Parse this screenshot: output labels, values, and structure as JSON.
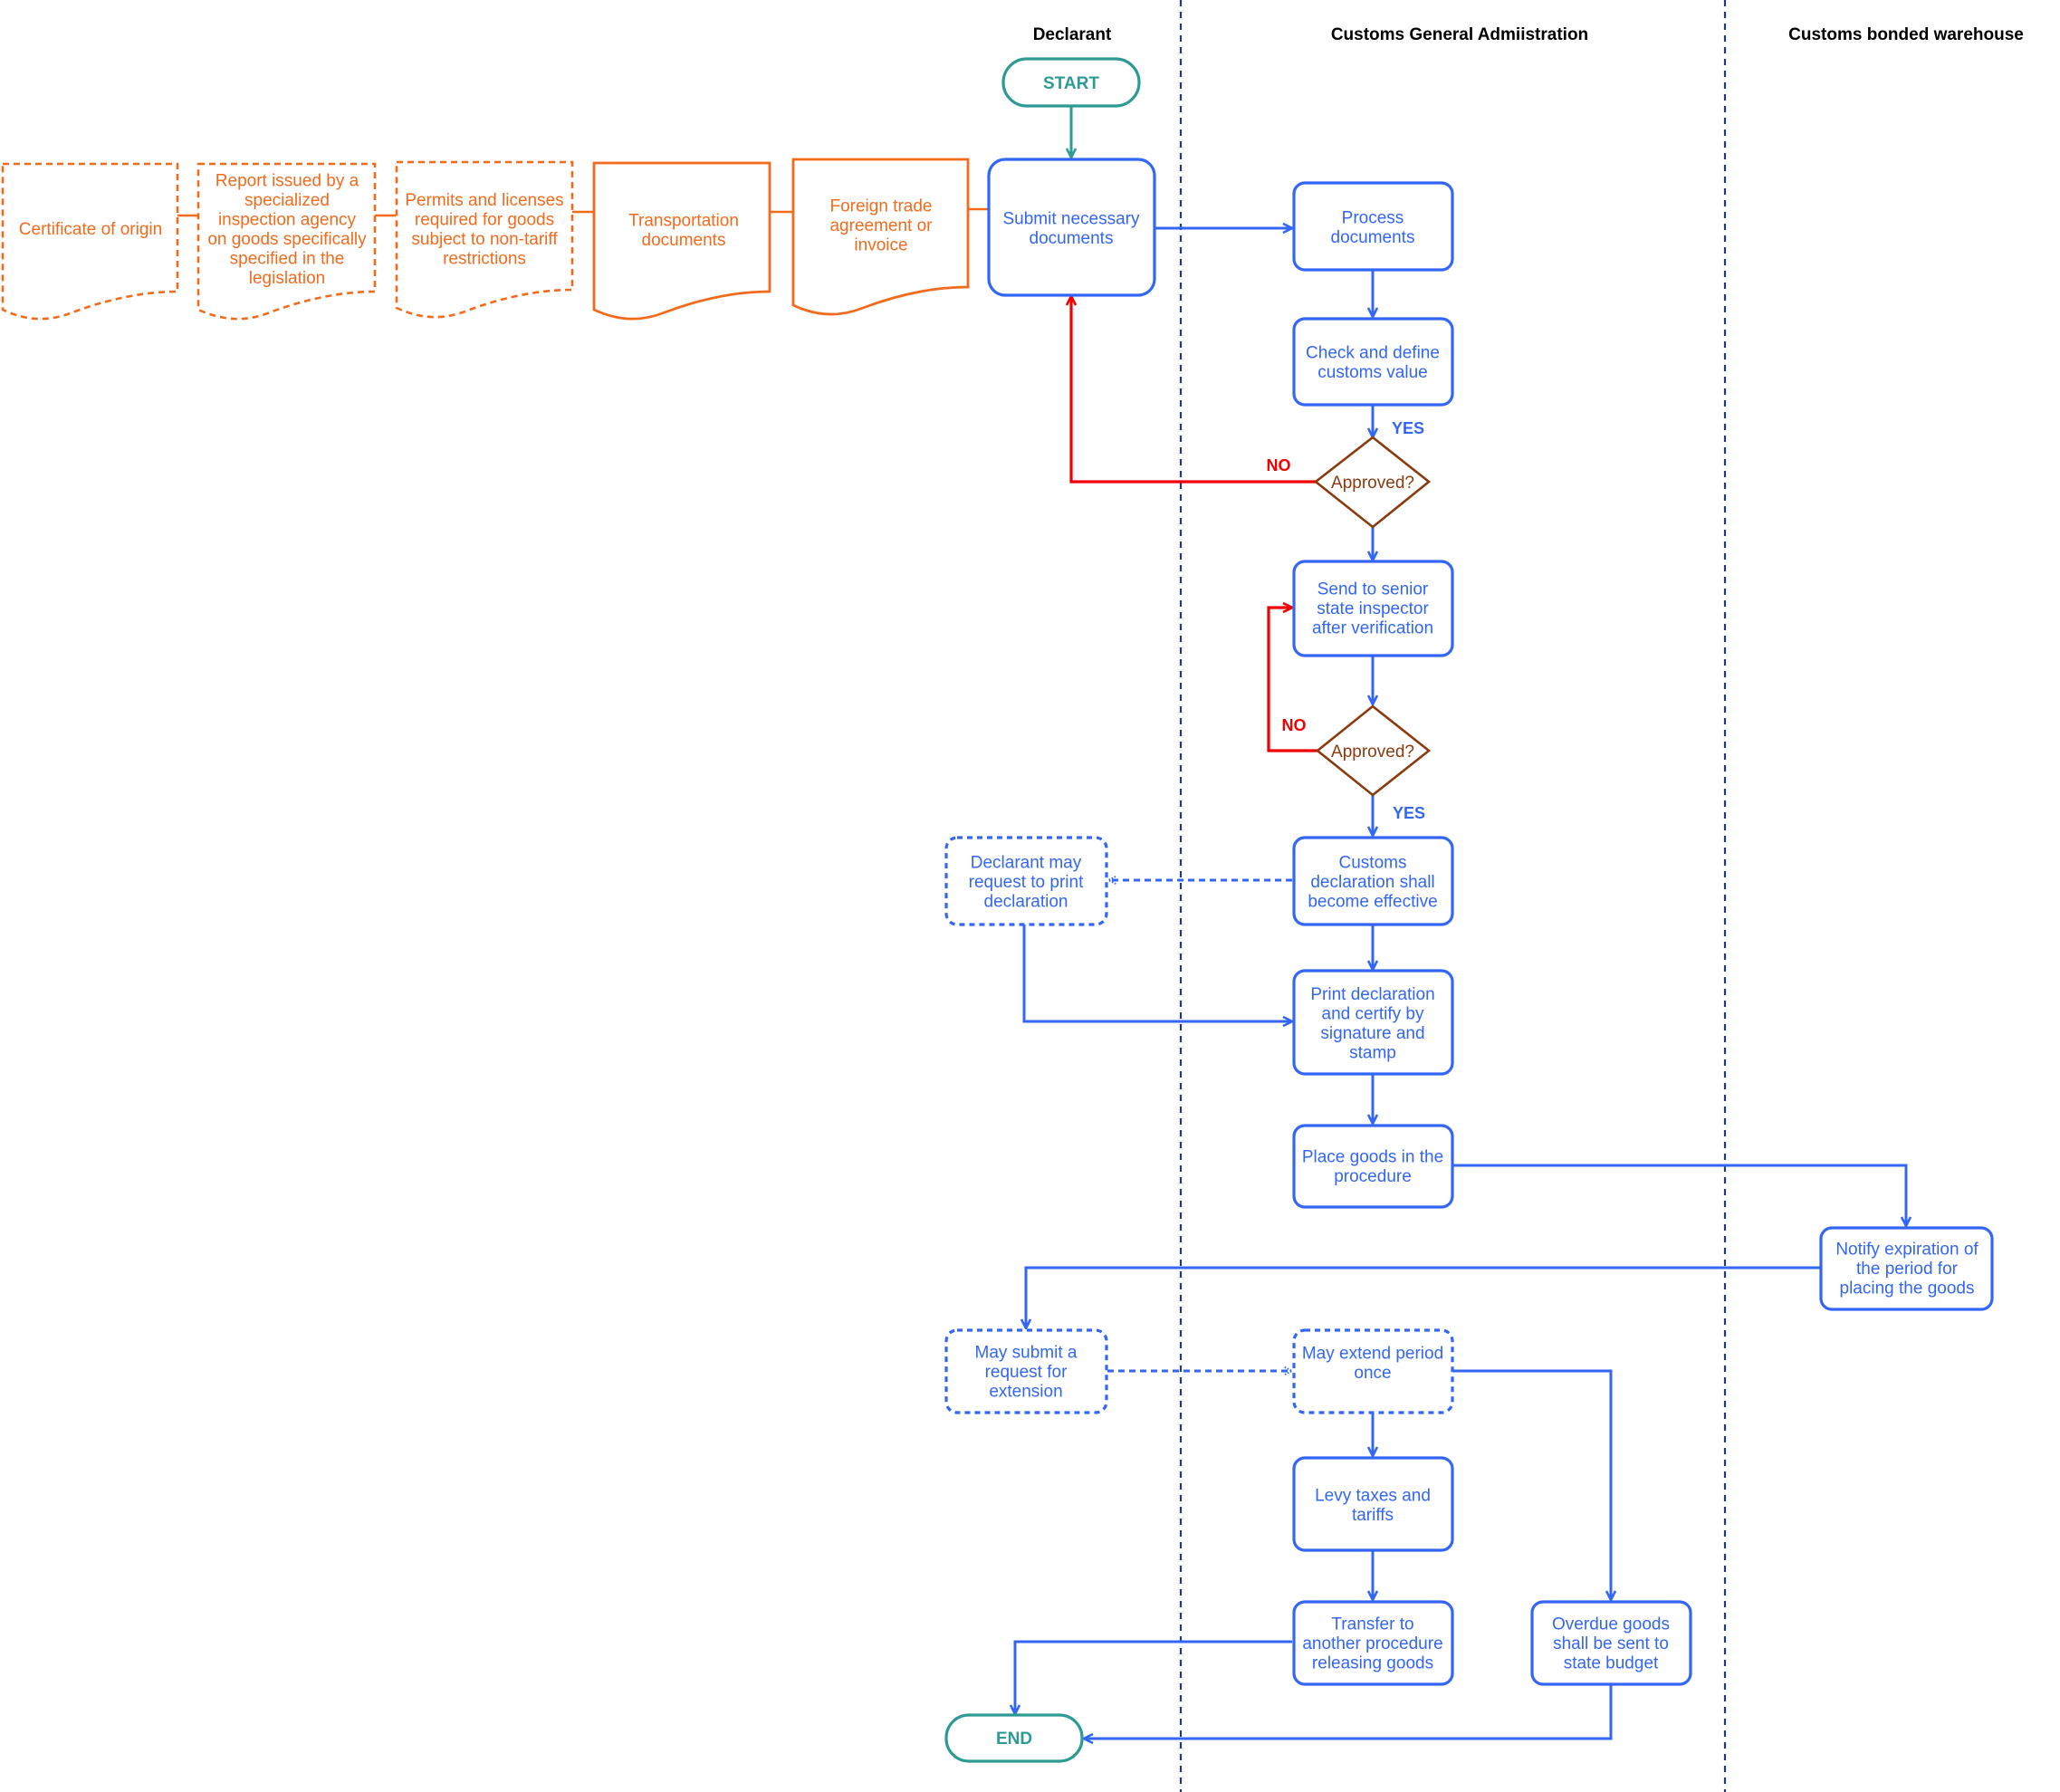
{
  "colors": {
    "process": "#3366f5",
    "document": "#f26b1d",
    "decision": "#8b3a0e",
    "terminal": "#2e9a94",
    "no_edge": "#f00000",
    "lane_divider": "#1f3a78",
    "lane_title": "#000000"
  },
  "lanes": [
    {
      "id": "declarant",
      "title": "Declarant"
    },
    {
      "id": "admin",
      "title": "Customs General Admiistration"
    },
    {
      "id": "warehouse",
      "title": "Customs bonded warehouse"
    }
  ],
  "documents": [
    {
      "id": "doc_origin",
      "lines": [
        "Certificate of origin"
      ],
      "style": "dashed"
    },
    {
      "id": "doc_report",
      "lines": [
        "Report issued by a",
        "specialized",
        "inspection agency",
        "on goods specifically",
        "specified in the",
        "legislation"
      ],
      "style": "dashed"
    },
    {
      "id": "doc_permits",
      "lines": [
        "Permits and licenses",
        "required for goods",
        "subject to non-tariff",
        "restrictions"
      ],
      "style": "dashed"
    },
    {
      "id": "doc_transport",
      "lines": [
        "Transportation",
        "documents"
      ],
      "style": "solid"
    },
    {
      "id": "doc_trade",
      "lines": [
        "Foreign trade",
        "agreement or",
        "invoice"
      ],
      "style": "solid"
    }
  ],
  "terminals": [
    {
      "id": "start",
      "label": "START"
    },
    {
      "id": "end",
      "label": "END"
    }
  ],
  "processes": [
    {
      "id": "submit",
      "lane": "declarant",
      "lines": [
        "Submit necessary",
        "documents"
      ],
      "style": "solid"
    },
    {
      "id": "process",
      "lane": "admin",
      "lines": [
        "Process",
        "documents"
      ],
      "style": "solid"
    },
    {
      "id": "check",
      "lane": "admin",
      "lines": [
        "Check and define",
        "customs value"
      ],
      "style": "solid"
    },
    {
      "id": "send",
      "lane": "admin",
      "lines": [
        "Send to senior",
        "state inspector",
        "after verification"
      ],
      "style": "solid"
    },
    {
      "id": "effective",
      "lane": "admin",
      "lines": [
        "Customs",
        "declaration shall",
        "become effective"
      ],
      "style": "solid"
    },
    {
      "id": "request_print",
      "lane": "declarant",
      "lines": [
        "Declarant may",
        "request to print",
        "declaration"
      ],
      "style": "dashed"
    },
    {
      "id": "print",
      "lane": "admin",
      "lines": [
        "Print declaration",
        "and certify by",
        "signature and",
        "stamp"
      ],
      "style": "solid"
    },
    {
      "id": "place",
      "lane": "admin",
      "lines": [
        "Place goods in the",
        "procedure"
      ],
      "style": "solid"
    },
    {
      "id": "notify",
      "lane": "warehouse",
      "lines": [
        "Notify expiration of",
        "the period for",
        "placing the goods"
      ],
      "style": "solid"
    },
    {
      "id": "request_ext",
      "lane": "declarant",
      "lines": [
        "May submit a",
        "request for",
        "extension"
      ],
      "style": "dashed"
    },
    {
      "id": "extend",
      "lane": "admin",
      "lines": [
        "May extend period",
        "once"
      ],
      "style": "dashed"
    },
    {
      "id": "levy",
      "lane": "admin",
      "lines": [
        "Levy taxes and",
        "tariffs"
      ],
      "style": "solid"
    },
    {
      "id": "transfer",
      "lane": "admin",
      "lines": [
        "Transfer to",
        "another procedure",
        "releasing goods"
      ],
      "style": "solid"
    },
    {
      "id": "overdue",
      "lane": "admin",
      "lines": [
        "Overdue goods",
        "shall be sent to",
        "state budget"
      ],
      "style": "solid"
    }
  ],
  "decisions": [
    {
      "id": "approved1",
      "label": "Approved?"
    },
    {
      "id": "approved2",
      "label": "Approved?"
    }
  ],
  "edge_labels": {
    "yes1": "YES",
    "no1": "NO",
    "no2": "NO",
    "yes2": "YES"
  },
  "edges": [
    {
      "from": "doc_origin",
      "to": "doc_report",
      "kind": "link"
    },
    {
      "from": "doc_report",
      "to": "doc_permits",
      "kind": "link"
    },
    {
      "from": "doc_permits",
      "to": "doc_transport",
      "kind": "link"
    },
    {
      "from": "doc_transport",
      "to": "doc_trade",
      "kind": "link"
    },
    {
      "from": "doc_trade",
      "to": "submit",
      "kind": "link"
    },
    {
      "from": "start",
      "to": "submit",
      "kind": "flow"
    },
    {
      "from": "submit",
      "to": "process",
      "kind": "flow"
    },
    {
      "from": "process",
      "to": "check",
      "kind": "flow"
    },
    {
      "from": "check",
      "to": "approved1",
      "kind": "flow",
      "label": "YES"
    },
    {
      "from": "approved1",
      "to": "submit",
      "kind": "no",
      "label": "NO"
    },
    {
      "from": "approved1",
      "to": "send",
      "kind": "flow"
    },
    {
      "from": "send",
      "to": "approved2",
      "kind": "flow"
    },
    {
      "from": "approved2",
      "to": "send",
      "kind": "no",
      "label": "NO"
    },
    {
      "from": "approved2",
      "to": "effective",
      "kind": "flow",
      "label": "YES"
    },
    {
      "from": "effective",
      "to": "request_print",
      "kind": "dashed"
    },
    {
      "from": "request_print",
      "to": "print",
      "kind": "flow"
    },
    {
      "from": "effective",
      "to": "print",
      "kind": "flow"
    },
    {
      "from": "print",
      "to": "place",
      "kind": "flow"
    },
    {
      "from": "place",
      "to": "notify",
      "kind": "flow"
    },
    {
      "from": "notify",
      "to": "request_ext",
      "kind": "flow"
    },
    {
      "from": "request_ext",
      "to": "extend",
      "kind": "dashed"
    },
    {
      "from": "extend",
      "to": "levy",
      "kind": "flow"
    },
    {
      "from": "extend",
      "to": "overdue",
      "kind": "flow"
    },
    {
      "from": "levy",
      "to": "transfer",
      "kind": "flow"
    },
    {
      "from": "transfer",
      "to": "end",
      "kind": "flow"
    },
    {
      "from": "overdue",
      "to": "end",
      "kind": "flow"
    }
  ]
}
